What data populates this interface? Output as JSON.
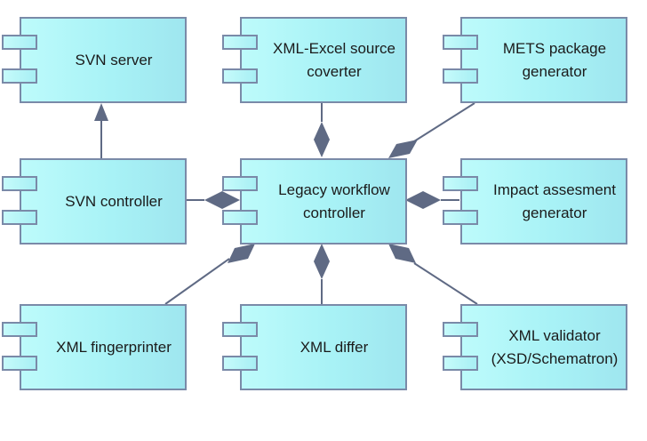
{
  "diagram": {
    "components": [
      {
        "id": "svn-server",
        "label": "SVN server"
      },
      {
        "id": "xml-excel",
        "label": "XML-Excel source\ncoverter"
      },
      {
        "id": "mets",
        "label": "METS package\ngenerator"
      },
      {
        "id": "svn-ctrl",
        "label": "SVN controller"
      },
      {
        "id": "legacy",
        "label": "Legacy workflow\ncontroller"
      },
      {
        "id": "impact",
        "label": "Impact assesment\ngenerator"
      },
      {
        "id": "fingerprinter",
        "label": "XML fingerprinter"
      },
      {
        "id": "differ",
        "label": "XML differ"
      },
      {
        "id": "validator",
        "label": "XML validator\n(XSD/Schematron)"
      }
    ],
    "relations": [
      {
        "from": "svn-ctrl",
        "to": "svn-server",
        "type": "association-arrow"
      },
      {
        "from": "xml-excel",
        "to": "legacy",
        "type": "aggregation"
      },
      {
        "from": "mets",
        "to": "legacy",
        "type": "aggregation"
      },
      {
        "from": "svn-ctrl",
        "to": "legacy",
        "type": "aggregation"
      },
      {
        "from": "impact",
        "to": "legacy",
        "type": "aggregation"
      },
      {
        "from": "fingerprinter",
        "to": "legacy",
        "type": "aggregation"
      },
      {
        "from": "differ",
        "to": "legacy",
        "type": "aggregation"
      },
      {
        "from": "validator",
        "to": "legacy",
        "type": "aggregation"
      }
    ],
    "colors": {
      "component_fill": "#a8f2f6",
      "component_border": "#7a8aa8",
      "connector": "#5f6a84",
      "text": "#1b1b1b"
    }
  }
}
